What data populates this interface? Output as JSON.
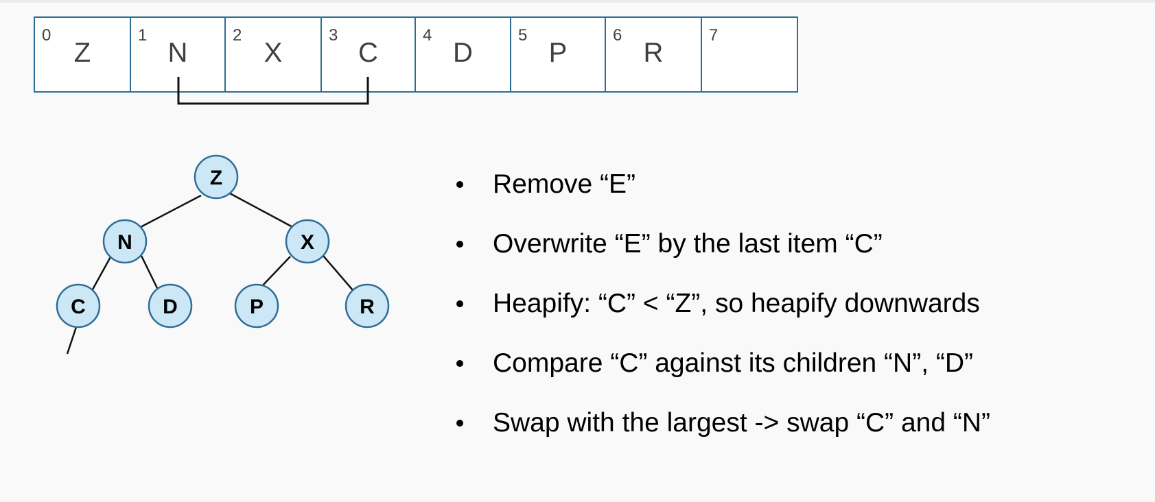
{
  "array": {
    "cells": [
      {
        "index": "0",
        "value": "Z"
      },
      {
        "index": "1",
        "value": "N"
      },
      {
        "index": "2",
        "value": "X"
      },
      {
        "index": "3",
        "value": "C"
      },
      {
        "index": "4",
        "value": "D"
      },
      {
        "index": "5",
        "value": "P"
      },
      {
        "index": "6",
        "value": "R"
      },
      {
        "index": "7",
        "value": ""
      }
    ],
    "bracket_links": [
      1,
      3
    ]
  },
  "tree": {
    "nodes": [
      {
        "id": "z",
        "label": "Z"
      },
      {
        "id": "n",
        "label": "N"
      },
      {
        "id": "x",
        "label": "X"
      },
      {
        "id": "c",
        "label": "C"
      },
      {
        "id": "d",
        "label": "D"
      },
      {
        "id": "p",
        "label": "P"
      },
      {
        "id": "r",
        "label": "R"
      }
    ],
    "edges": [
      [
        "z",
        "n"
      ],
      [
        "z",
        "x"
      ],
      [
        "n",
        "c"
      ],
      [
        "n",
        "d"
      ],
      [
        "x",
        "p"
      ],
      [
        "x",
        "r"
      ]
    ]
  },
  "bullets": [
    "Remove “E”",
    "Overwrite “E” by the last item “C”",
    "Heapify: “C” < “Z”, so heapify downwards",
    "Compare “C” against its children “N”, “D”",
    "Swap with the largest -> swap “C” and “N”"
  ]
}
